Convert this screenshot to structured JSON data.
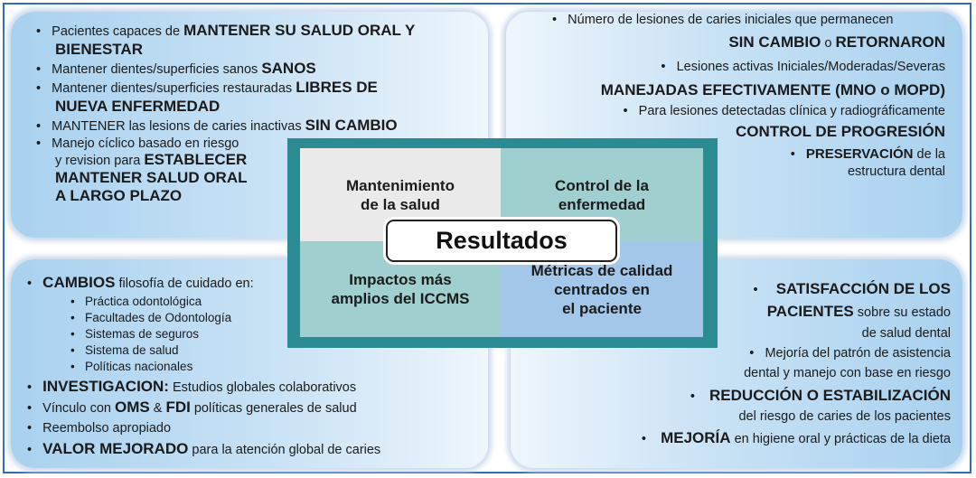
{
  "center": {
    "title": "Resultados",
    "cells": {
      "top_left": "Mantenimiento\nde la salud",
      "top_right": "Control de la\nenfermedad",
      "bottom_left": "Impactos más\namplios del ICCMS",
      "bottom_right": "Métricas de calidad\ncentrados en\nel paciente"
    }
  },
  "top_left": {
    "l1_pre": "Pacientes capaces de ",
    "l1_bold": "MANTENER SU SALUD ORAL Y",
    "l2_bold": "BIENESTAR",
    "l3_pre": "Mantener dientes/superficies sanos ",
    "l3_bold": "SANOS",
    "l4_pre": "Mantener dientes/superficies restauradas ",
    "l4_bold": "LIBRES DE",
    "l5_bold": "NUEVA ENFERMEDAD",
    "l6_pre": "MANTENER las lesions de caries inactivas ",
    "l6_bold": "SIN CAMBIO",
    "l7": "Manejo cíclico basado en riesgo",
    "l8_pre": "y revision para ",
    "l8_bold": "ESTABLECER",
    "l9_bold": "MANTENER SALUD ORAL",
    "l10_bold": "A LARGO PLAZO"
  },
  "top_right": {
    "l1": "Número de lesiones de caries iniciales que permanecen",
    "l2_bold": "SIN CAMBIO",
    "l2_mid": " o ",
    "l2_bold2": "RETORNARON",
    "l3": "Lesiones activas Iniciales/Moderadas/Severas",
    "l4_bold": "MANEJADAS EFECTIVAMENTE (MNO o MOPD)",
    "l5": "Para lesiones detectadas clínica y radiográficamente",
    "l6_bold": "CONTROL DE PROGRESIÓN",
    "l7_bold": "PRESERVACIÓN",
    "l7_post": " de la",
    "l8": "estructura dental"
  },
  "bottom_left": {
    "l1_bold": "CAMBIOS",
    "l1_post": " filosofía de cuidado en:",
    "sub": [
      "Práctica odontológica",
      "Facultades de Odontología",
      "Sistemas de seguros",
      "Sistema de salud",
      "Políticas nacionales"
    ],
    "l2_bold": "INVESTIGACION:",
    "l2_post": " Estudios globales colaborativos",
    "l3_pre": "Vínculo con ",
    "l3_bold": "OMS",
    "l3_mid": " & ",
    "l3_bold2": "FDI",
    "l3_post": " políticas generales de salud",
    "l4": "Reembolso apropiado",
    "l5_bold": "VALOR MEJORADO",
    "l5_post": " para la atención global de caries"
  },
  "bottom_right": {
    "l1_bold": "SATISFACCIÓN DE LOS",
    "l2_bold": "PACIENTES",
    "l2_post": " sobre su estado",
    "l3": "de salud dental",
    "l4": "Mejoría del patrón de asistencia",
    "l5": "dental y manejo con base en riesgo",
    "l6_bold": "REDUCCIÓN O ESTABILIZACIÓN",
    "l7": "del riesgo de caries de los pacientes",
    "l8_bold": "MEJORÍA",
    "l8_post": " en higiene oral y prácticas de la dieta"
  },
  "bullet": "•"
}
